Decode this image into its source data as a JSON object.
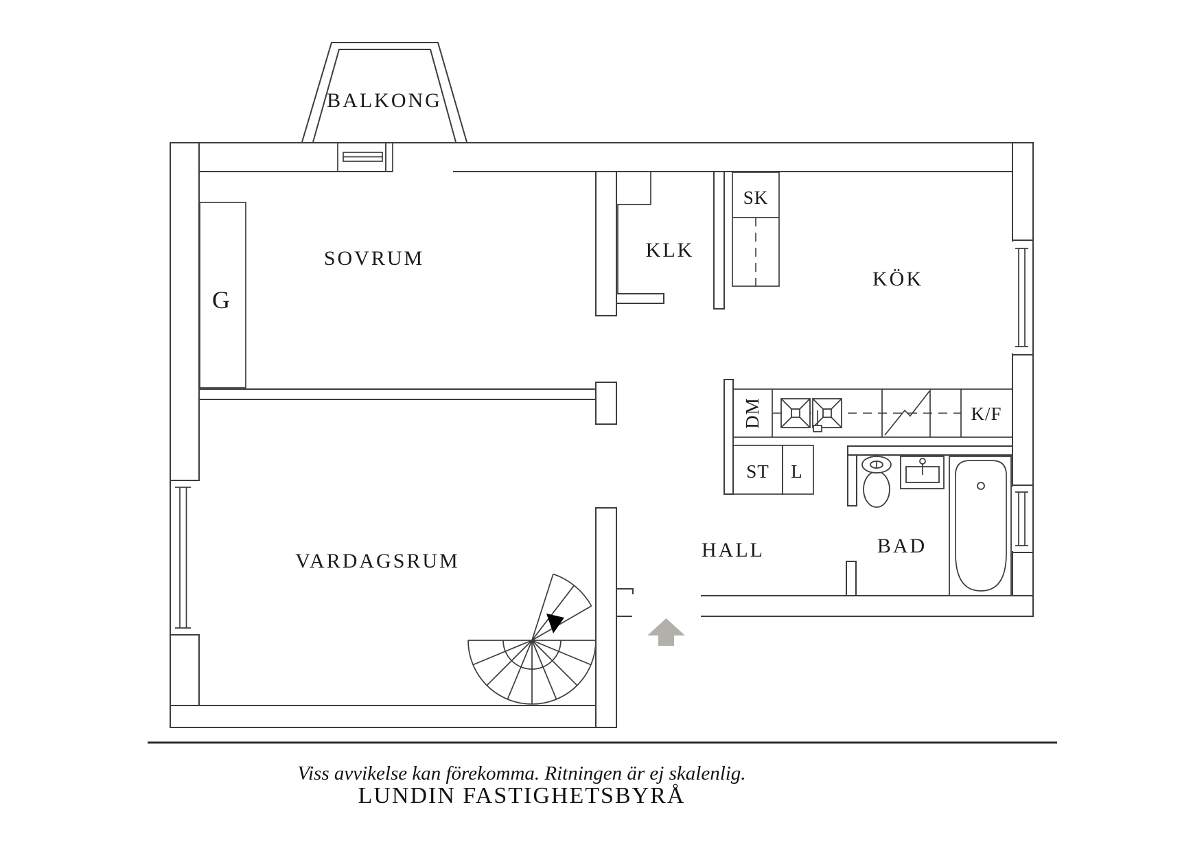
{
  "page": {
    "background": "#ffffff"
  },
  "floorplan": {
    "labels": {
      "balcony": "BALKONG",
      "bedroom": "SOVRUM",
      "wardrobe": "G",
      "walk_in_closet": "KLK",
      "cabinet": "SK",
      "kitchen": "KÖK",
      "dishwasher": "DM",
      "fridge_freezer": "K/F",
      "st": "ST",
      "laundry": "L",
      "living_room": "VARDAGSRUM",
      "hall": "HALL",
      "bathroom": "BAD"
    },
    "colors": {
      "wall_line": "#3d3d3d",
      "label_text": "#1a1a1a",
      "entrance_arrow": "#b1b1a9",
      "stair_arrow": "#000000",
      "footer_line": "#2e2e2e"
    }
  },
  "footer": {
    "disclaimer": "Viss avvikelse kan förekomma. Ritningen är ej skalenlig.",
    "brand": "LUNDIN FASTIGHETSBYRÅ"
  }
}
